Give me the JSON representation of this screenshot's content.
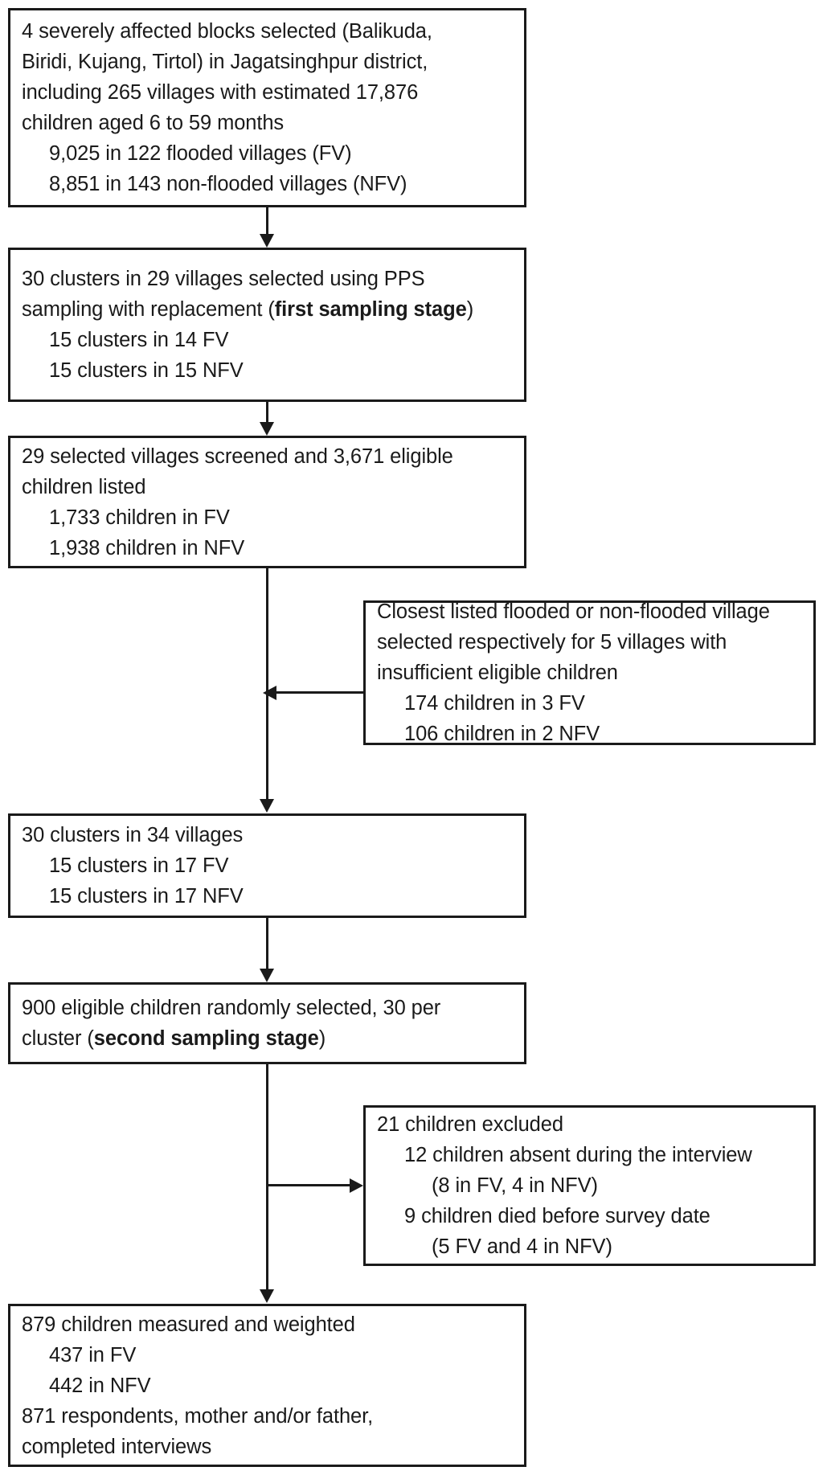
{
  "diagram": {
    "title": "Study sampling flow diagram",
    "nodes": {
      "blocks": {
        "lines": [
          "4 severely affected blocks selected (Balikuda,",
          "Biridi, Kujang, Tirtol) in Jagatsinghpur district,",
          "including 265 villages with estimated 17,876",
          "children aged 6 to 59 months",
          "9,025 in 122 flooded villages (FV)",
          "8,851 in 143 non-flooded villages (NFV)"
        ]
      },
      "clusters29": {
        "line1": "30 clusters in 29 villages selected using PPS",
        "line2_prefix": "sampling with replacement (",
        "line2_bold": "first sampling stage",
        "line2_suffix": ")",
        "line3": "15 clusters in 14 FV",
        "line4": "15 clusters in 15 NFV"
      },
      "screened": {
        "lines": [
          "29 selected villages screened and 3,671 eligible",
          "children listed",
          "1,733 children in FV",
          "1,938 children in NFV"
        ]
      },
      "replacement": {
        "lines": [
          "Closest listed flooded or non-flooded village",
          "selected respectively for 5 villages with",
          "insufficient eligible children",
          "174 children in 3 FV",
          "106 children in 2 NFV"
        ]
      },
      "clusters34": {
        "lines": [
          "30 clusters in 34 villages",
          "15 clusters in 17 FV",
          "15 clusters in 17 NFV"
        ]
      },
      "selected900": {
        "line1": "900 eligible children randomly selected, 30 per",
        "line2_prefix": "cluster (",
        "line2_bold": "second sampling stage",
        "line2_suffix": ")"
      },
      "excluded": {
        "lines": [
          "21 children excluded",
          "12 children absent during the interview",
          "(8 in FV, 4 in NFV)",
          "9 children died before survey date",
          "(5 FV and 4 in NFV)"
        ]
      },
      "final": {
        "lines": [
          "879 children measured and weighted",
          "437 in FV",
          "442 in NFV",
          "871 respondents, mother and/or father,",
          "completed interviews"
        ]
      }
    },
    "connectors": [
      "blocks-to-clusters29",
      "clusters29-to-screened",
      "screened-to-clusters34",
      "replacement-to-trunk",
      "clusters34-to-selected900",
      "selected900-to-final",
      "trunk-to-excluded"
    ],
    "colors": {
      "stroke": "#1a1a1a",
      "background": "#ffffff",
      "text": "#1a1a1a"
    }
  }
}
